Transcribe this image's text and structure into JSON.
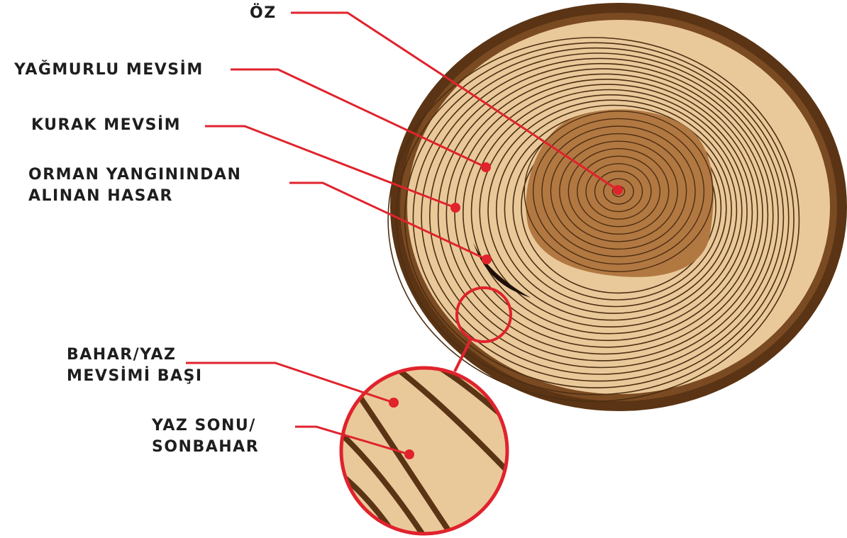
{
  "labels": {
    "oz": "ÖZ",
    "yagmurlu_mevsim": "YAĞMURLU MEVSİM",
    "kurak_mevsim": "KURAK MEVSİM",
    "orman_yangini_line1": "ORMAN YANGININDAN",
    "orman_yangini_line2": "ALINAN HASAR",
    "bahar_yaz_line1": "BAHAR/YAZ",
    "bahar_yaz_line2": "MEVSİMİ BAŞI",
    "yaz_sonu_line1": "YAZ SONU/",
    "yaz_sonu_line2": "SONBAHAR"
  },
  "colors": {
    "bark": "#5a3414",
    "sapwood": "#e9c99a",
    "heartwood": "#b27842",
    "ring_line": "#4d2e12",
    "pointer": "#e0232d",
    "label_text": "#1e1e1e"
  }
}
